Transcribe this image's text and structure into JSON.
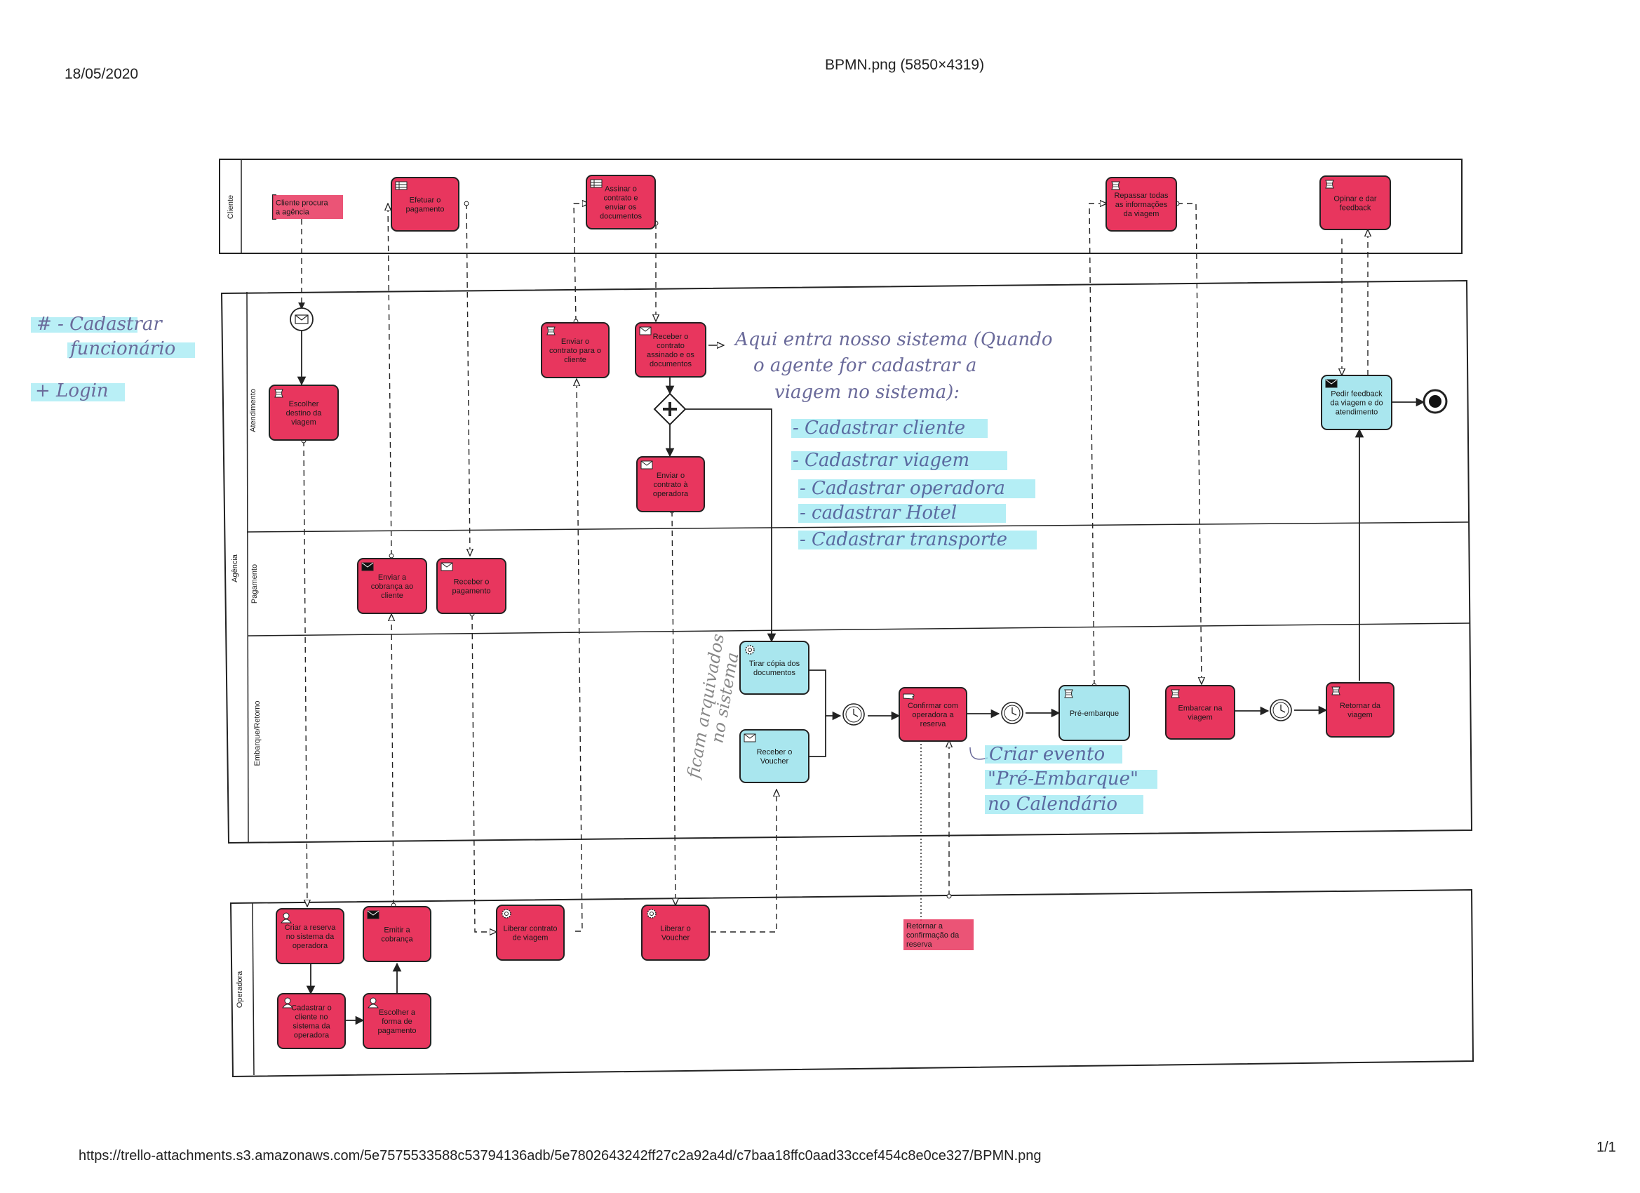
{
  "header": {
    "date": "18/05/2020",
    "title": "BPMN.png (5850×4319)"
  },
  "footer": {
    "url": "https://trello-attachments.s3.amazonaws.com/5e7575533588c53794136adb/5e7802643242ff27c2a92a4d/c7baa18ffc0aad33ccef454c8e0ce327/BPMN.png",
    "page": "1/1"
  },
  "lanes": {
    "cliente": "Cliente",
    "agencia": "Agência",
    "atendimento": "Atendimento",
    "pagamento": "Pagamento",
    "embarque": "Embarque/Retorno",
    "operadora": "Operadora"
  },
  "tasks": {
    "cliente_procura": [
      "Cliente procura",
      "a agência"
    ],
    "efetuar_pagamento": [
      "Efetuar o",
      "pagamento"
    ],
    "assinar_contrato": [
      "Assinar o",
      "contrato e",
      "enviar os",
      "documentos"
    ],
    "repassar_info": [
      "Repassar todas",
      "as informações",
      "da viagem"
    ],
    "opinar_feedback": [
      "Opinar e dar",
      "feedback"
    ],
    "escolher_destino": [
      "Escolher",
      "destino da",
      "viagem"
    ],
    "enviar_contrato_cliente": [
      "Enviar o",
      "contrato para o",
      "cliente"
    ],
    "receber_contrato": [
      "Receber o",
      "contrato",
      "assinado e os",
      "documentos"
    ],
    "enviar_contrato_operadora": [
      "Enviar o",
      "contrato à",
      "operadora"
    ],
    "pedir_feedback": [
      "Pedir feedback",
      "da viagem e do",
      "atendimento"
    ],
    "enviar_cobranca": [
      "Enviar a",
      "cobrança ao",
      "cliente"
    ],
    "receber_pagamento": [
      "Receber o",
      "pagamento"
    ],
    "tirar_copia": [
      "Tirar cópia dos",
      "documentos"
    ],
    "receber_voucher": [
      "Receber o",
      "Voucher"
    ],
    "confirmar_operadora": [
      "Confirmar com",
      "operadora a",
      "reserva"
    ],
    "pre_embarque": [
      "Pré-embarque"
    ],
    "embarcar": [
      "Embarcar na",
      "viagem"
    ],
    "retornar": [
      "Retornar da",
      "viagem"
    ],
    "criar_reserva": [
      "Criar a reserva",
      "no sistema da",
      "operadora"
    ],
    "emitir_cobranca": [
      "Emitir a",
      "cobrança"
    ],
    "liberar_contrato": [
      "Liberar contrato",
      "de viagem"
    ],
    "liberar_voucher": [
      "Liberar o",
      "Voucher"
    ],
    "retornar_confirmacao": [
      "Retornar a",
      "confirmação da",
      "reserva"
    ],
    "cadastrar_cliente": [
      "Cadastrar o",
      "cliente no",
      "sistema da",
      "operadora"
    ],
    "escolher_forma": [
      "Escolher a",
      "forma de",
      "pagamento"
    ]
  },
  "notes": {
    "left": [
      "# - Cadastrar",
      "funcionário",
      "+ Login"
    ],
    "system_intro": [
      "Aqui entra nosso sistema (Quando",
      "o agente for cadastrar a",
      "viagem no sistema):"
    ],
    "system_items": [
      "- Cadastrar cliente",
      "- Cadastrar viagem",
      "- Cadastrar operadora",
      "- cadastrar Hotel",
      "- Cadastrar transporte"
    ],
    "side": [
      "ficam arquivados",
      "no sistema"
    ],
    "event": [
      "Criar evento",
      "\"Pré-Embarque\"",
      "no Calendário"
    ]
  },
  "colors": {
    "task_fill": "#e8365e",
    "task_alt_fill": "#a9e6ee",
    "highlight_blue": "#9be8f2",
    "border": "#222222"
  }
}
